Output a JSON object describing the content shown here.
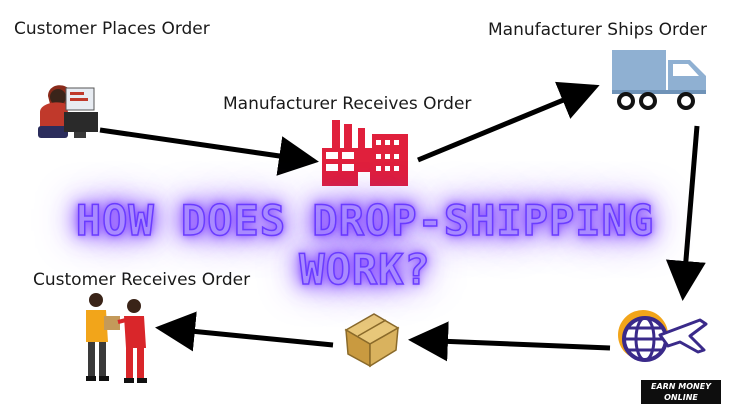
{
  "headline": "HOW DOES DROP-SHIPPING WORK?",
  "steps": {
    "customer_places": "Customer Places Order",
    "manufacturer_receives": "Manufacturer Receives Order",
    "manufacturer_ships": "Manufacturer Ships Order",
    "customer_receives": "Customer Receives Order"
  },
  "brand": {
    "line1": "EARN MONEY",
    "line2": "ONLINE"
  },
  "colors": {
    "factory": "#e0203c",
    "truck": "#8fb0d2",
    "headline_glow": "#7b3dff",
    "globe": "#3a2a8a",
    "package": "#d9b25e",
    "arrow": "#000000"
  },
  "icons": [
    "customer-computer-icon",
    "factory-icon",
    "truck-icon",
    "globe-plane-icon",
    "package-icon",
    "delivery-people-icon"
  ]
}
